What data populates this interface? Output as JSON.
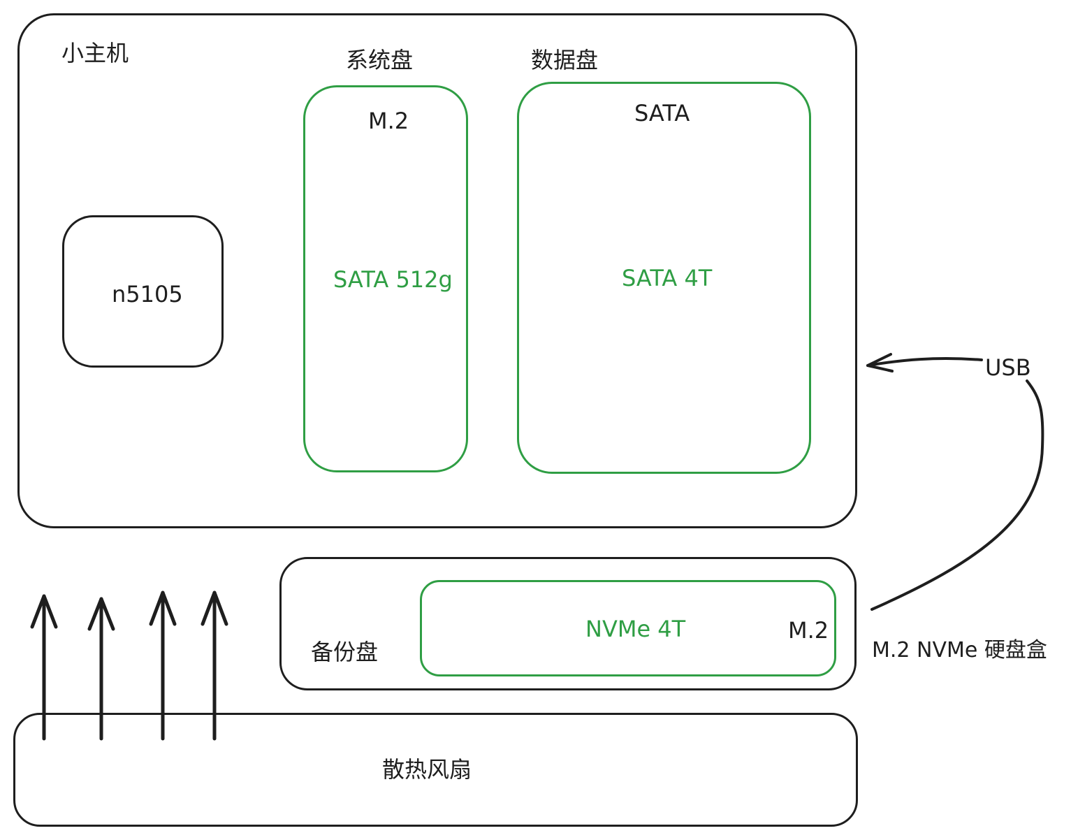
{
  "host": {
    "title": "小主机"
  },
  "cpu": {
    "label": "n5105"
  },
  "system_disk": {
    "title": "系统盘",
    "slot": "M.2",
    "drive": "SATA 512g"
  },
  "data_disk": {
    "title": "数据盘",
    "slot": "SATA",
    "drive": "SATA 4T"
  },
  "backup": {
    "title": "备份盘",
    "drive": "NVMe 4T",
    "slot": "M.2",
    "enclosure": "M.2 NVMe 硬盘盒"
  },
  "usb": {
    "label": "USB"
  },
  "fan": {
    "label": "散热风扇"
  },
  "colors": {
    "stroke": "#1e1e1e",
    "accent": "#2f9e44"
  }
}
